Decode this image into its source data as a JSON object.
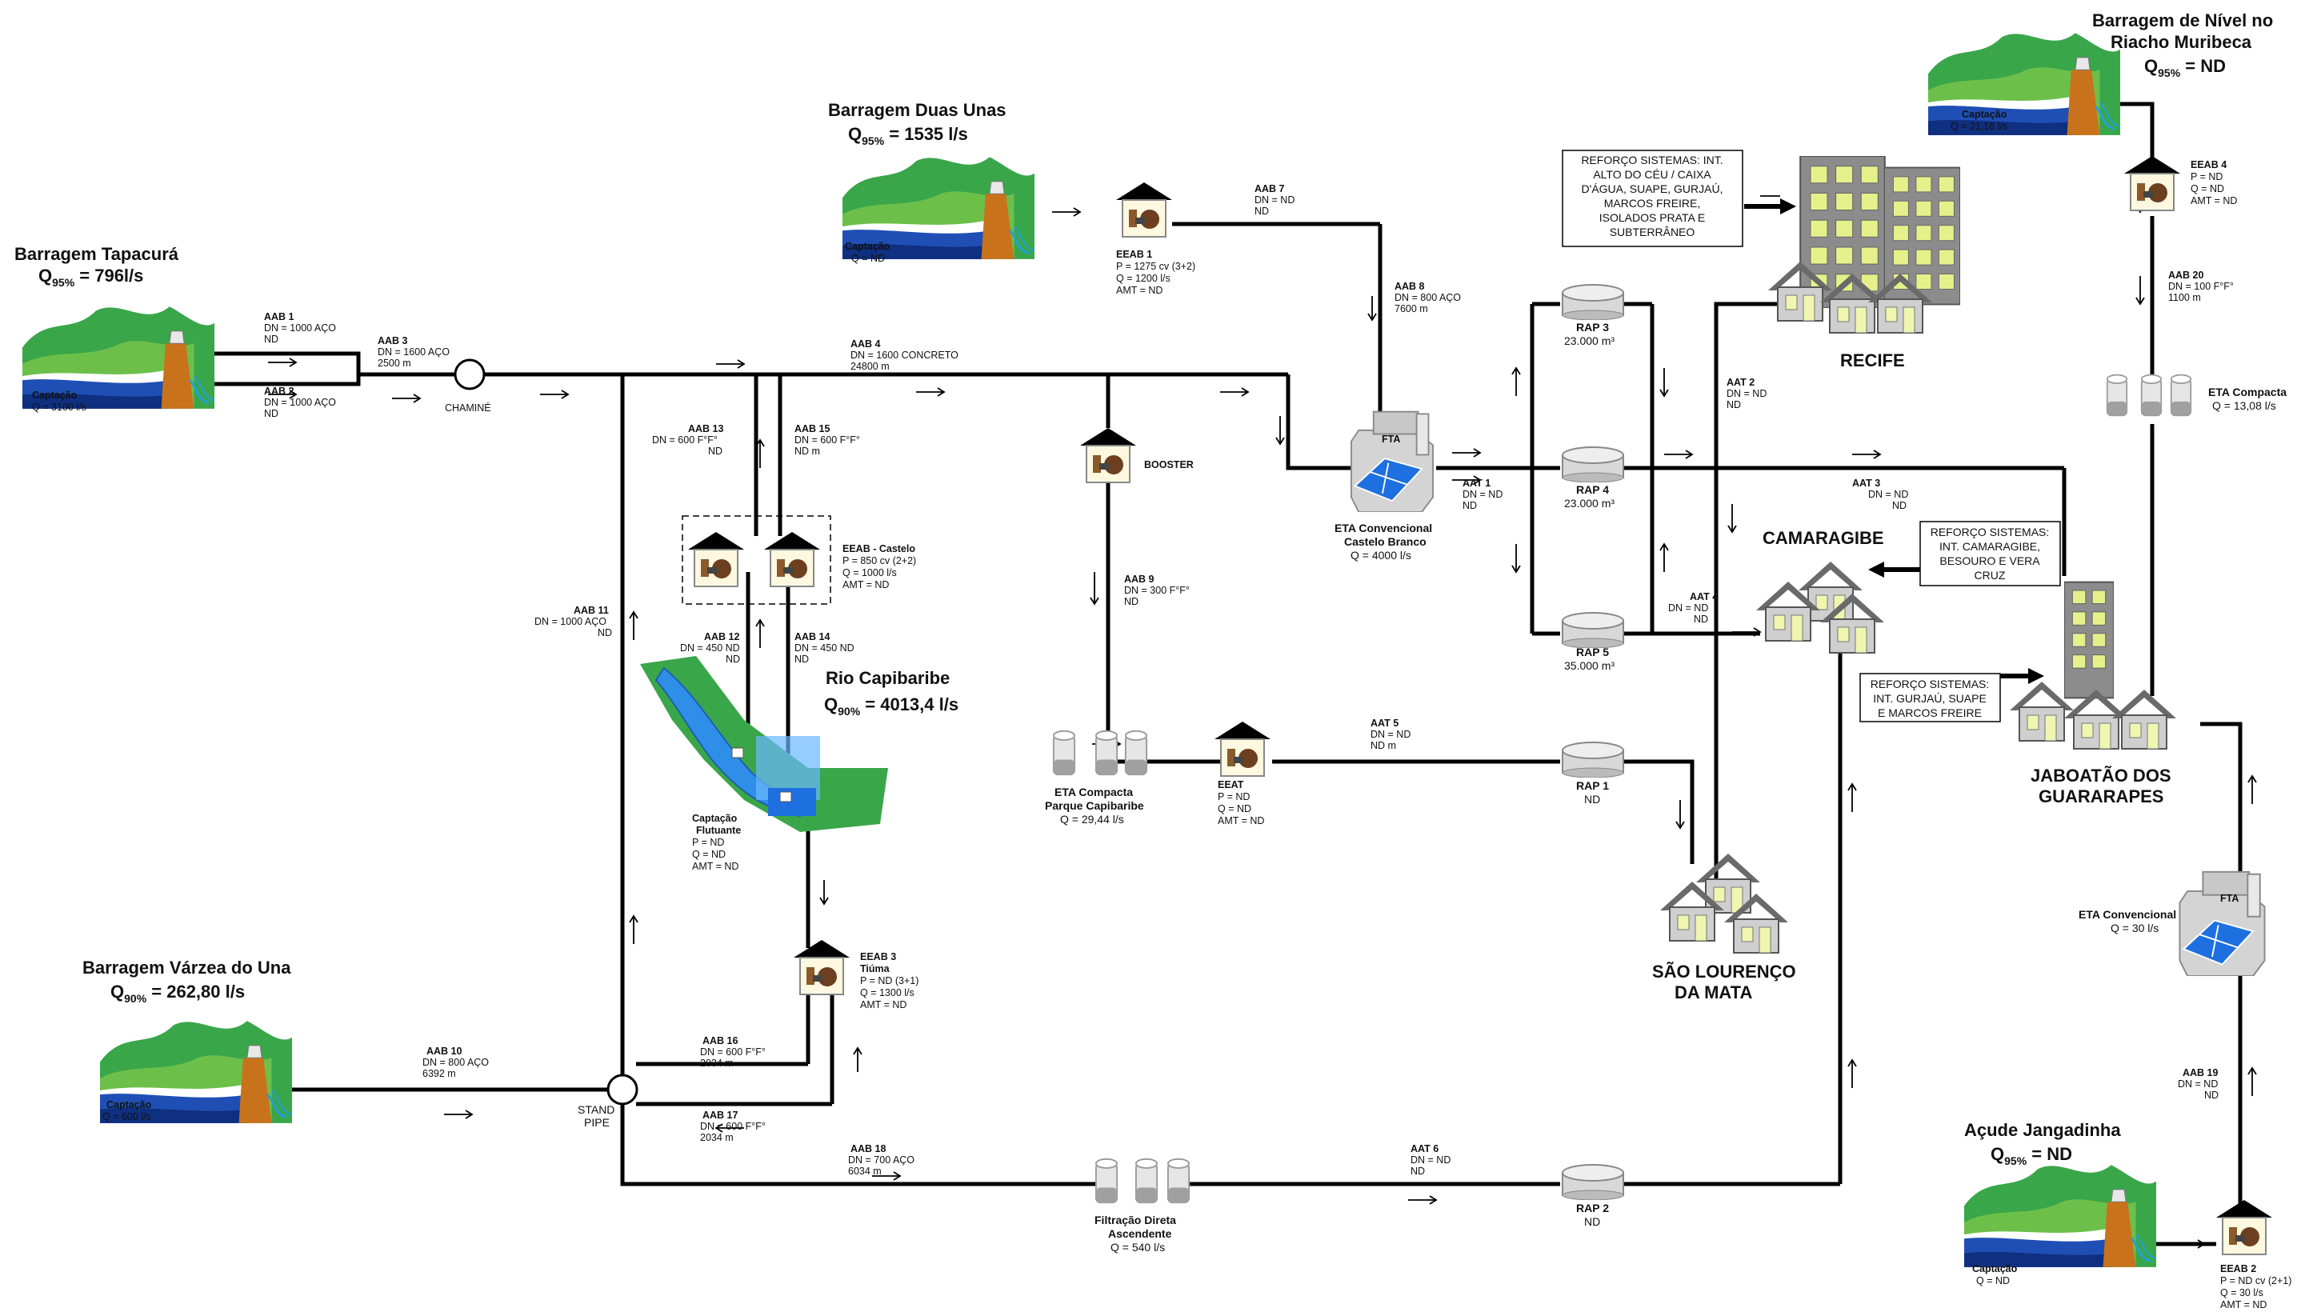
{
  "dams": {
    "tapacura": {
      "title": "Barragem Tapacurá",
      "q_prefix": "Q",
      "q_sub": "95%",
      "q_value": " =  796l/s",
      "capt_label": "Captação",
      "capt_q": "Q =  3100 l/s"
    },
    "duas_unas": {
      "title": "Barragem Duas Unas",
      "q_prefix": "Q",
      "q_sub": "95%",
      "q_value": " =  1535 l/s",
      "capt_label": "Captação",
      "capt_q": "Q = ND"
    },
    "varzea": {
      "title": "Barragem Várzea do Una",
      "q_prefix": "Q",
      "q_sub": "90%",
      "q_value": " =  262,80 l/s",
      "capt_label": "Captação",
      "capt_q": "Q =  600 l/s"
    },
    "muribeca": {
      "title1": "Barragem de Nível no",
      "title2": "Riacho Muribeca",
      "q_prefix": "Q",
      "q_sub": "95%",
      "q_value": " = ND",
      "capt_label": "Captação",
      "capt_q": "Q = 21,16 l/s"
    },
    "jangadinha": {
      "title": "Açude Jangadinha",
      "q_prefix": "Q",
      "q_sub": "95%",
      "q_value": " = ND",
      "capt_label": "Captação",
      "capt_q": "Q = ND"
    },
    "capibaribe": {
      "title": "Rio Capibaribe",
      "q_prefix": "Q",
      "q_sub": "90%",
      "q_value": " =  4013,4 l/s",
      "capt_label1": "Captação",
      "capt_label2": "Flutuante",
      "p": "P = ND",
      "qq": "Q = ND",
      "amt": "AMT = ND"
    }
  },
  "pipes": {
    "aab1": {
      "name": "AAB 1",
      "l1": "DN = 1000 AÇO",
      "l2": "ND"
    },
    "aab2": {
      "name": "AAB 2",
      "l1": "DN = 1000 AÇO",
      "l2": "ND"
    },
    "aab3": {
      "name": "AAB 3",
      "l1": "DN = 1600 AÇO",
      "l2": "2500 m"
    },
    "aab4": {
      "name": "AAB 4",
      "l1": "DN = 1600 CONCRETO",
      "l2": "24800 m"
    },
    "aab7": {
      "name": "AAB 7",
      "l1": "DN = ND",
      "l2": "ND"
    },
    "aab8": {
      "name": "AAB 8",
      "l1": "DN = 800 AÇO",
      "l2": "7600 m"
    },
    "aab9": {
      "name": "AAB 9",
      "l1": "DN = 300 F°F°",
      "l2": "ND"
    },
    "aab10": {
      "name": "AAB 10",
      "l1": "DN = 800 AÇO",
      "l2": "6392 m"
    },
    "aab11": {
      "name": "AAB 11",
      "l1": "DN = 1000 AÇO",
      "l2": "ND"
    },
    "aab12": {
      "name": "AAB 12",
      "l1": "DN = 450 ND",
      "l2": "ND"
    },
    "aab13": {
      "name": "AAB 13",
      "l1": "DN = 600 F°F°",
      "l2": "ND"
    },
    "aab14": {
      "name": "AAB 14",
      "l1": "DN = 450 ND",
      "l2": "ND"
    },
    "aab15": {
      "name": "AAB 15",
      "l1": "DN = 600 F°F°",
      "l2": "ND m"
    },
    "aab16": {
      "name": "AAB 16",
      "l1": "DN = 600 F°F°",
      "l2": "2034 m"
    },
    "aab17": {
      "name": "AAB 17",
      "l1": "DN = 600 F°F°",
      "l2": "2034 m"
    },
    "aab18": {
      "name": "AAB 18",
      "l1": "DN = 700 AÇO",
      "l2": "6034 m"
    },
    "aab19": {
      "name": "AAB 19",
      "l1": "DN = ND",
      "l2": "ND"
    },
    "aab20": {
      "name": "AAB 20",
      "l1": "DN = 100 F°F°",
      "l2": "1100 m"
    },
    "aat1": {
      "name": "AAT 1",
      "l1": "DN = ND",
      "l2": "ND"
    },
    "aat2": {
      "name": "AAT 2",
      "l1": "DN = ND",
      "l2": "ND"
    },
    "aat3": {
      "name": "AAT 3",
      "l1": "DN = ND",
      "l2": "ND"
    },
    "aat4": {
      "name": "AAT 4",
      "l1": "DN = ND",
      "l2": "ND"
    },
    "aat5": {
      "name": "AAT 5",
      "l1": "DN = ND",
      "l2": "ND m"
    },
    "aat6": {
      "name": "AAT 6",
      "l1": "DN = ND",
      "l2": "ND"
    }
  },
  "pumps": {
    "eeab1": {
      "name": "EEAB 1",
      "l1": "P = 1275 cv (3+2)",
      "l2": "Q = 1200 l/s",
      "l3": "AMT = ND"
    },
    "eeab2": {
      "name": "EEAB 2",
      "l1": "P = ND cv (2+1)",
      "l2": "Q = 30 l/s",
      "l3": "AMT = ND"
    },
    "eeab3": {
      "name": "EEAB 3",
      "sub": "Tiúma",
      "l1": "P = ND (3+1)",
      "l2": "Q = 1300 l/s",
      "l3": "AMT = ND"
    },
    "eeab4": {
      "name": "EEAB 4",
      "l1": "P = ND",
      "l2": "Q = ND",
      "l3": "AMT = ND"
    },
    "castelo": {
      "name": "EEAB - Castelo",
      "l1": "P = 850 cv (2+2)",
      "l2": "Q = 1000 l/s",
      "l3": "AMT = ND"
    },
    "eeat": {
      "name": "EEAT",
      "l1": "P = ND",
      "l2": "Q = ND",
      "l3": "AMT = ND"
    },
    "booster": {
      "name": "BOOSTER"
    }
  },
  "plants": {
    "castelo_branco": {
      "fta": "FTA",
      "l1": "ETA Convencional",
      "l2": "Castelo Branco",
      "q": "Q = 4000 l/s"
    },
    "parque": {
      "l1": "ETA Compacta",
      "l2": "Parque Capibaribe",
      "q": "Q = 29,44 l/s"
    },
    "filtracao": {
      "l1": "Filtração Direta",
      "l2": "Ascendente",
      "q": "Q = 540 l/s"
    },
    "eta_compacta": {
      "l1": "ETA Compacta",
      "q": "Q = 13,08 l/s"
    },
    "eta_conv": {
      "fta": "FTA",
      "l1": "ETA Convencional",
      "q": "Q = 30 l/s"
    }
  },
  "reservoirs": {
    "rap1": {
      "name": "RAP 1",
      "v": "ND"
    },
    "rap2": {
      "name": "RAP 2",
      "v": "ND"
    },
    "rap3": {
      "name": "RAP 3",
      "v": "23.000 m³"
    },
    "rap4": {
      "name": "RAP 4",
      "v": "23.000 m³"
    },
    "rap5": {
      "name": "RAP 5",
      "v": "35.000 m³"
    }
  },
  "cities": {
    "recife": "RECIFE",
    "camaragibe": "CAMARAGIBE",
    "jaboatao1": "JABOATÃO DOS",
    "jaboatao2": "GUARARAPES",
    "sao_lourenco1": "SÃO LOURENÇO",
    "sao_lourenco2": "DA MATA"
  },
  "notes": {
    "recife": [
      "REFORÇO SISTEMAS: INT.",
      "ALTO DO CÉU / CAIXA",
      "D'ÁGUA, SUAPE, GURJAÚ,",
      "MARCOS FREIRE,",
      "ISOLADOS PRATA E",
      "SUBTERRÂNEO"
    ],
    "camaragibe": [
      "REFORÇO SISTEMAS:",
      "INT. CAMARAGIBE,",
      "BESOURO E VERA",
      "CRUZ"
    ],
    "jaboatao": [
      "REFORÇO SISTEMAS:",
      "INT. GURJAÚ, SUAPE",
      "E MARCOS FREIRE"
    ]
  },
  "junctions": {
    "chamine": "CHAMINÉ",
    "stand1": "STAND",
    "stand2": "PIPE"
  }
}
